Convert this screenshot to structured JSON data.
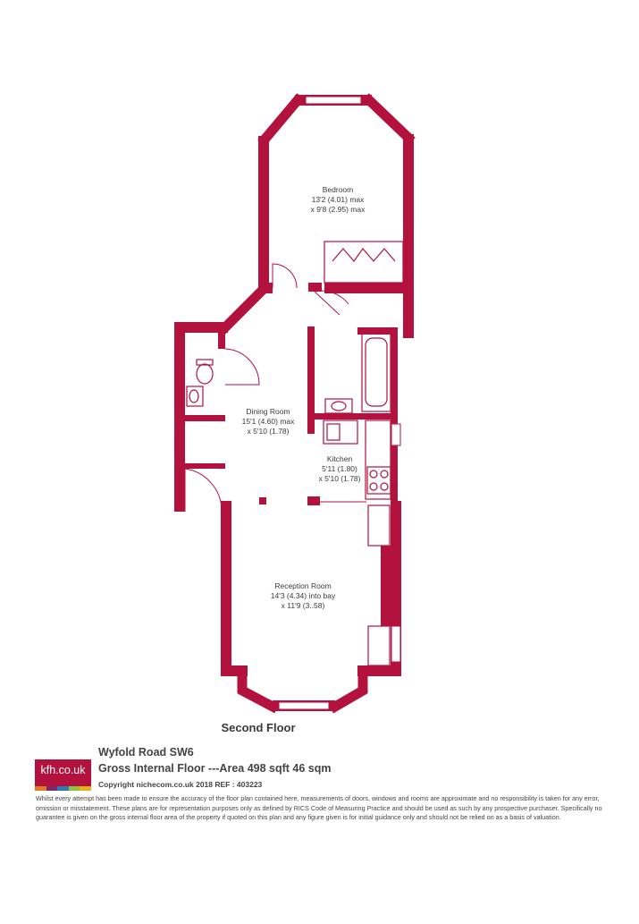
{
  "colors": {
    "wall": "#b3123f",
    "fixture": "#b3123f",
    "text": "#3a3a3a",
    "logo_bg": "#b3123f",
    "logo_stripes": [
      "#e07c1f",
      "#7a2a6b",
      "#2b7bb9",
      "#8cc63f",
      "#e5b318"
    ]
  },
  "rooms": {
    "bedroom": {
      "name": "Bedroom",
      "dim1": "13'2 (4.01) max",
      "dim2": "x 9'8 (2.95) max"
    },
    "dining": {
      "name": "Dining Room",
      "dim1": "15'1 (4.60) max",
      "dim2": "x 5'10 (1.78)"
    },
    "kitchen": {
      "name": "Kitchen",
      "dim1": "5'11 (1.80)",
      "dim2": "x 5'10 (1.78)"
    },
    "reception": {
      "name": "Reception Room",
      "dim1": "14'3 (4.34) into bay",
      "dim2": "x 11'9 (3..58)"
    }
  },
  "floor_name": "Second Floor",
  "footer": {
    "logo_text": "kfh.co.uk",
    "address": "Wyfold Road  SW6",
    "area": "Gross Internal Floor ---Area 498 sqft 46 sqm",
    "copyright": "Copyright nichecom.co.uk 2018 REF : 403223",
    "disclaimer": "Whilst every attempt has been made to ensure the accuracy of the floor plan contained here, measurements of doors, windows and rooms are approximate and no responsibility is taken for any error, omission or misstatement.  These plans are for representation purposes only as defined by RICS Code of Measuring Practice and should be used as such by any prospective purchaser.  Specifically no guarantee is given on the gross internal floor area of the property if quoted on this plan and any figure given is for initial guidance only and should not be relied on as a basis of valuation."
  }
}
